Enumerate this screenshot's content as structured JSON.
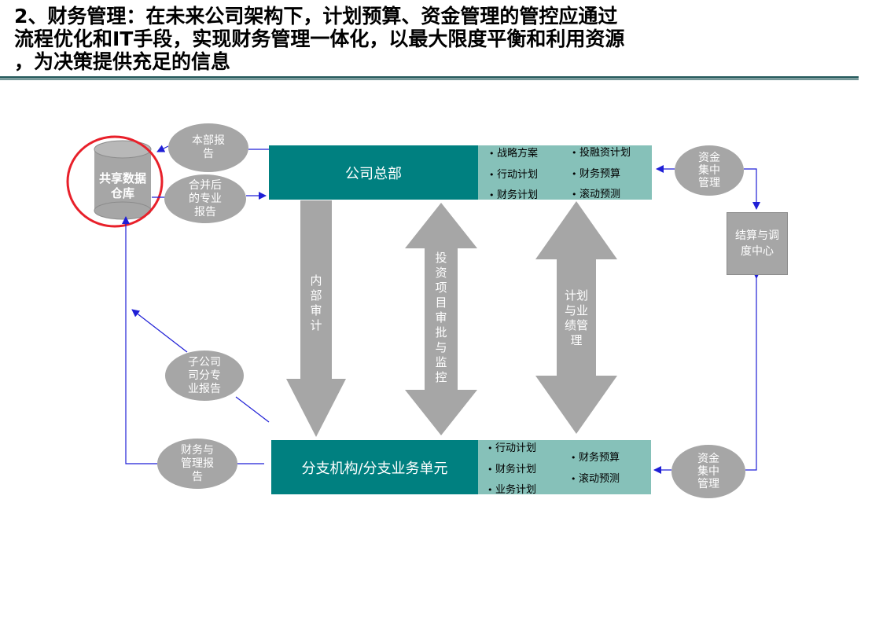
{
  "title": {
    "line1": "2、财务管理：在未来公司架构下，计划预算、资金管理的管控应通过",
    "line2": "流程优化和IT手段，实现财务管理一体化，以最大限度平衡和利用资源",
    "line3": "，为决策提供充足的信息"
  },
  "colors": {
    "teal": "#008080",
    "light_teal": "#86c1b9",
    "gray": "#a6a6a6",
    "arrow_blue": "#1f1fd6",
    "highlight_red": "#e8202a"
  },
  "hq": {
    "label": "公司总部",
    "bullets_left": [
      "战略方案",
      "行动计划",
      "财务计划"
    ],
    "bullets_right": [
      "投融资计划",
      "财务预算",
      "滚动预测"
    ]
  },
  "branch": {
    "label": "分支机构/分支业务单元",
    "bullets_left": [
      "行动计划",
      "财务计划",
      "业务计划"
    ],
    "bullets_right": [
      "财务预算",
      "滚动预测"
    ]
  },
  "database": {
    "label": "共享数据\n仓库"
  },
  "ellipses": {
    "hq_report": "本部报\n告",
    "merged_report": "合并后\n的专业\n报告",
    "subsidiary_report": "子公司\n司分专\n业报告",
    "finance_report": "财务与\n管理报\n告",
    "fund_top": "资金\n集中\n管理",
    "fund_bottom": "资金\n集中\n管理"
  },
  "arrows": {
    "audit": "内\n部\n审\n计",
    "investment": "投\n资\n项\n目\n审\n批\n与\n监\n控",
    "plan": "计划\n与业\n绩管\n理"
  },
  "settlement": {
    "label": "结算与调\n度中心"
  }
}
